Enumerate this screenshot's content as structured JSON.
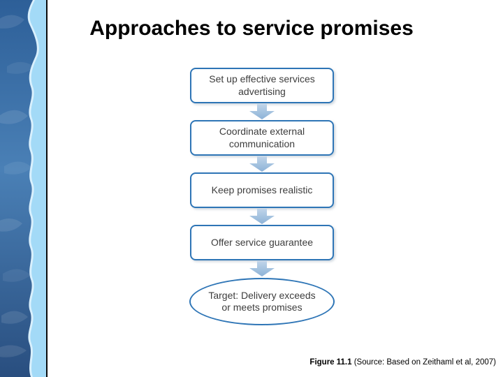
{
  "slide": {
    "title": "Approaches to service promises",
    "caption": {
      "figure_label": "Figure 11.1",
      "source_text": " (Source: Based on Zeithaml et al, 2007)"
    }
  },
  "flowchart": {
    "steps": [
      {
        "label": "Set up effective services advertising"
      },
      {
        "label": "Coordinate external communication"
      },
      {
        "label": "Keep promises realistic"
      },
      {
        "label": "Offer service guarantee"
      }
    ],
    "terminal": {
      "label": "Target: Delivery exceeds or meets promises"
    }
  },
  "icons": {
    "arrow": "down-block-arrow"
  },
  "colors": {
    "node_border": "#2e75b6",
    "node_text": "#3d3d3d",
    "arrow_fill_top": "#c0d4e9",
    "arrow_fill_bottom": "#8db2d7",
    "sidebar_dark_top": "#2d5f98",
    "sidebar_mid": "#4a80b6",
    "sidebar_dark_bottom": "#294e7f",
    "sidebar_light_strip": "#a3daf7",
    "separator_line": "#0a0a0a",
    "title_color": "#000000",
    "background": "#ffffff"
  }
}
